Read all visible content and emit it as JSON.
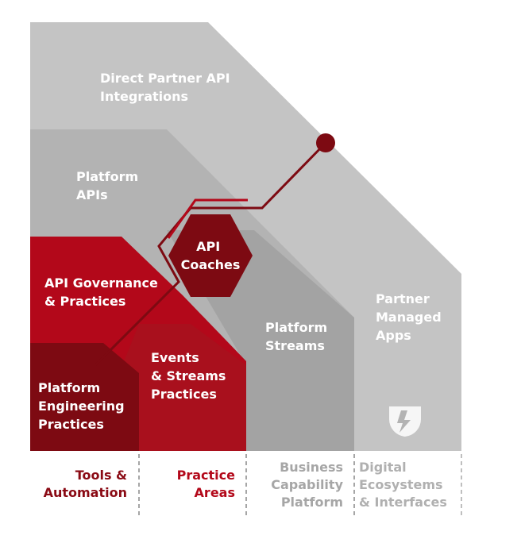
{
  "colors": {
    "light_gray": "#c4c4c4",
    "mid_gray": "#b3b3b3",
    "dark_gray": "#9e9e9e",
    "red": "#b3081a",
    "dark_red": "#7d0a12",
    "footer_red": "#b3081a",
    "footer_gray": "#a6a6a6"
  },
  "diagram": {
    "direct_partner": [
      "Direct Partner API",
      "Integrations"
    ],
    "platform_apis": [
      "Platform",
      "APIs"
    ],
    "api_coaches": [
      "API",
      "Coaches"
    ],
    "api_governance": [
      "API Governance",
      "& Practices"
    ],
    "platform_streams": [
      "Platform",
      "Streams"
    ],
    "partner_managed": [
      "Partner",
      "Managed",
      "Apps"
    ],
    "events_streams": [
      "Events",
      "& Streams",
      "Practices"
    ],
    "platform_engineering": [
      "Platform",
      "Engineering",
      "Practices"
    ],
    "logo_icon": "shield-logo-icon"
  },
  "footer": {
    "col1": [
      "Tools &",
      "Automation"
    ],
    "col2": [
      "Practice",
      "Areas"
    ],
    "col3": [
      "Business",
      "Capability",
      "Platform"
    ],
    "col4": [
      "Digital",
      "Ecosystems",
      "& Interfaces"
    ]
  }
}
